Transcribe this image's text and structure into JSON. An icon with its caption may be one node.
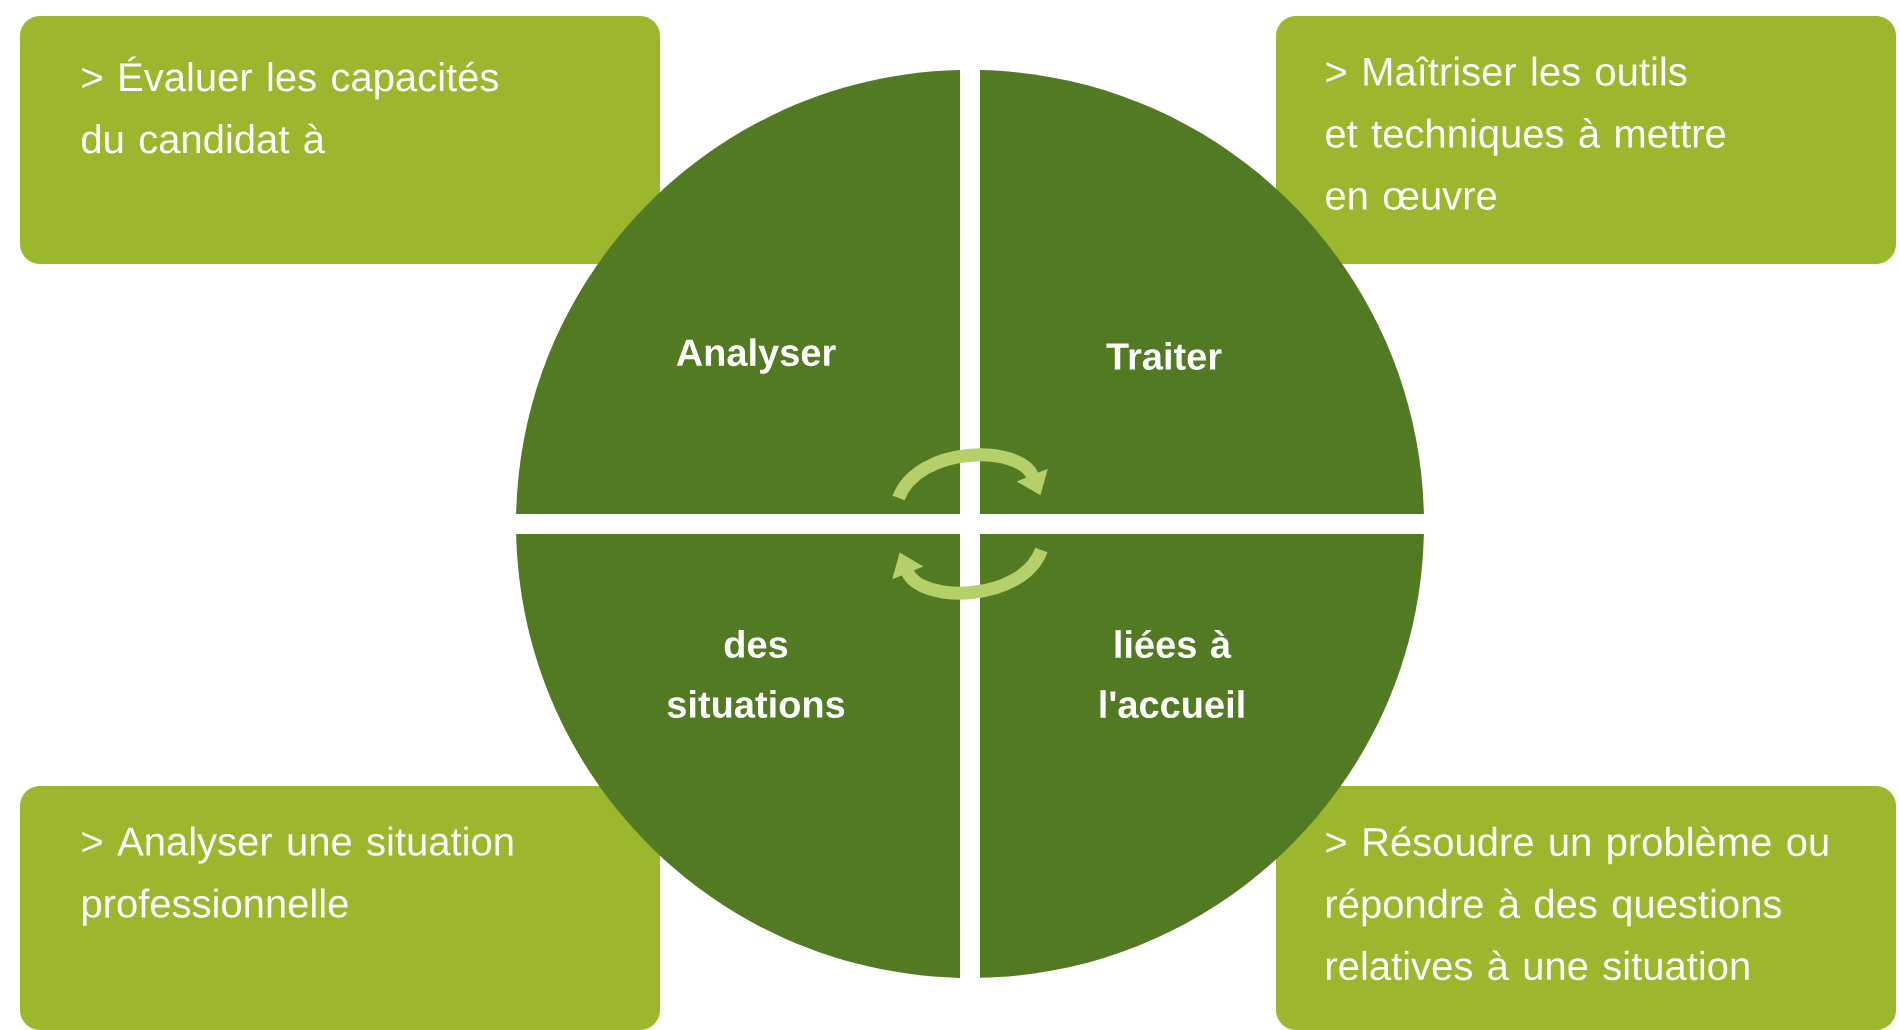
{
  "diagram": {
    "nodes": [
      {
        "text": [
          "> Évaluer les capacités du candidat à"
        ]
      },
      {
        "text": [
          "> Maîtriser les outils et techniques à mettre en œuvre"
        ]
      },
      {
        "text": [
          "Analyser"
        ]
      },
      {
        "text": [
          "Traiter"
        ]
      },
      {
        "text": [
          "des situations"
        ]
      },
      {
        "text": [
          "liées à l'accueil"
        ]
      },
      {
        "text": [
          "> Analyser une situation professionnelle"
        ]
      },
      {
        "text": [
          "> Résoudre un problème ou répondre à des questions relatives à une situation"
        ]
      }
    ],
    "edges": [
      {
        "from": 2,
        "to": 3,
        "arrow": "to"
      },
      {
        "from": 5,
        "to": 4,
        "arrow": "to"
      }
    ]
  }
}
